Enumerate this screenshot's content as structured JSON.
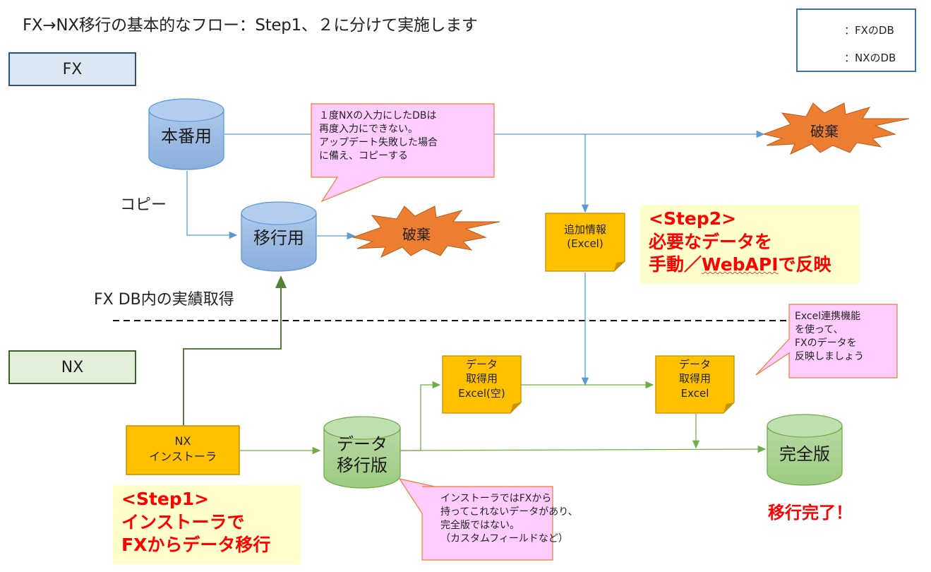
{
  "title": "FX→NX移行の基本的なフロー：Step1、２に分けて実施します",
  "zones": {
    "fx": "FX",
    "nx": "NX"
  },
  "legend": {
    "fx_db": "：FXのDB",
    "nx_db": "：NXのDB"
  },
  "databases": {
    "production": "本番用",
    "migration": "移行用",
    "data_migrated_line1": "データ",
    "data_migrated_line2": "移行版",
    "complete": "完全版"
  },
  "labels": {
    "copy": "コピー",
    "fx_db_actuals": "FX DB内の実績取得",
    "migration_complete": "移行完了！"
  },
  "discard": {
    "top": "破棄",
    "middle": "破棄"
  },
  "callouts": {
    "copy_reason": [
      "１度NXの入力にしたDBは",
      "再度入力にできない。",
      "アップデート失敗した場合",
      "に備え、コピーする"
    ],
    "excel_link": [
      "Excel連携機能",
      "を使って、",
      "FXのデータを",
      "反映しましょう"
    ],
    "installer_limits": [
      "インストーラではFXから",
      "持ってこれないデータがあり、",
      "完全版ではない。",
      "（カスタムフィールドなど）"
    ]
  },
  "notes": {
    "additional_info": [
      "追加情報",
      "(Excel)"
    ],
    "excel_empty": [
      "データ",
      "取得用",
      "Excel(空)"
    ],
    "excel_filled": [
      "データ",
      "取得用",
      "Excel"
    ]
  },
  "installer": [
    "NX",
    "インストーラ"
  ],
  "steps": {
    "step1": {
      "header": "<Step1>",
      "line1": "インストーラで",
      "line2": "FXからデータ移行"
    },
    "step2": {
      "header": "<Step2>",
      "line1": "必要なデータを",
      "line2_a": "手動／",
      "line2_b": "WebAPI",
      "line2_c": "で反映"
    }
  },
  "colors": {
    "fx_db": "#8eb4e3",
    "nx_db": "#a9d18e",
    "note": "#ffc000",
    "callout": "#ffccff",
    "discard": "#ed7d31",
    "step_bg": "#ffffcc",
    "emphasis": "#ff0000",
    "blue_line": "#5b9bd5",
    "green_line": "#70ad47"
  }
}
